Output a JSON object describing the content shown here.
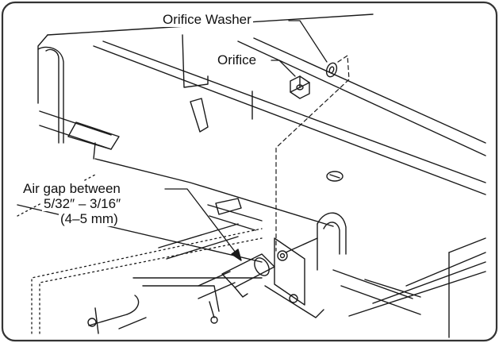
{
  "callouts": {
    "orifice_washer": "Orifice Washer",
    "orifice": "Orifice",
    "air_gap": {
      "line1": "Air gap between",
      "line2": "5/32″ – 3/16″",
      "line3": "(4–5 mm)"
    }
  },
  "colors": {
    "ink": "#1a1a1a",
    "paper": "#ffffff",
    "frame": "#333333"
  }
}
